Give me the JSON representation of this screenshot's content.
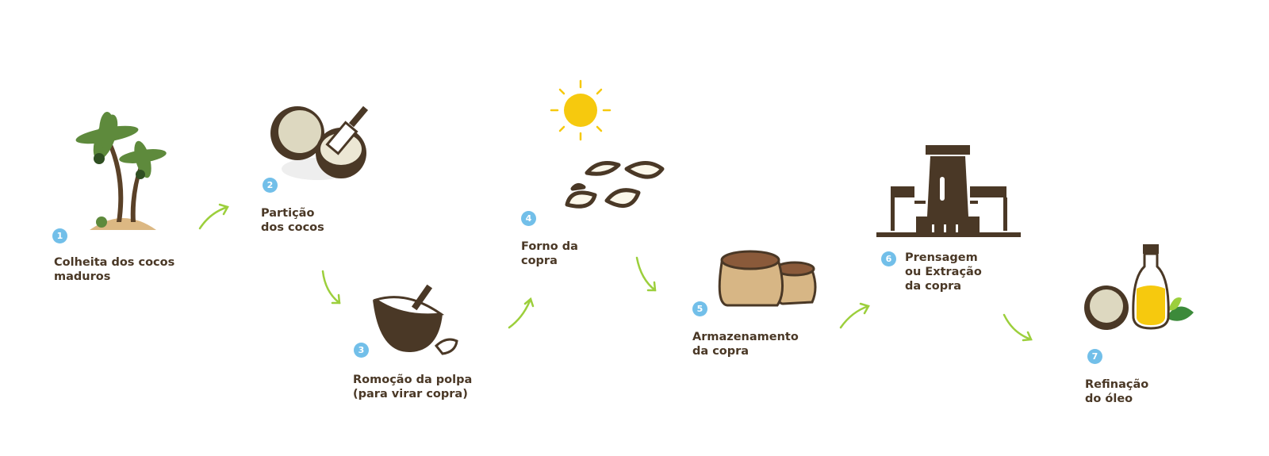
{
  "steps": [
    {
      "number": "1",
      "lines": [
        "Colheita dos cocos",
        "maduros"
      ],
      "icon": "palm-trees-icon"
    },
    {
      "number": "2",
      "lines": [
        "Partição",
        "dos cocos"
      ],
      "icon": "split-coconut-icon"
    },
    {
      "number": "3",
      "lines": [
        "Romoção da polpa",
        "(para virar copra)"
      ],
      "icon": "coconut-pulp-removal-icon"
    },
    {
      "number": "4",
      "lines": [
        "Forno da",
        "copra"
      ],
      "icon": "sun-drying-copra-icon"
    },
    {
      "number": "5",
      "lines": [
        "Armazenamento",
        "da copra"
      ],
      "icon": "copra-sacks-icon"
    },
    {
      "number": "6",
      "lines": [
        "Prensagem",
        "ou Extração",
        "da copra"
      ],
      "icon": "press-machine-icon"
    },
    {
      "number": "7",
      "lines": [
        "Refinação",
        "do óleo"
      ],
      "icon": "oil-bottle-icon"
    }
  ],
  "colors": {
    "text": "#4a3826",
    "badge": "#72bfe9",
    "arrow": "#9ccf3c",
    "brown": "#4a3826"
  }
}
